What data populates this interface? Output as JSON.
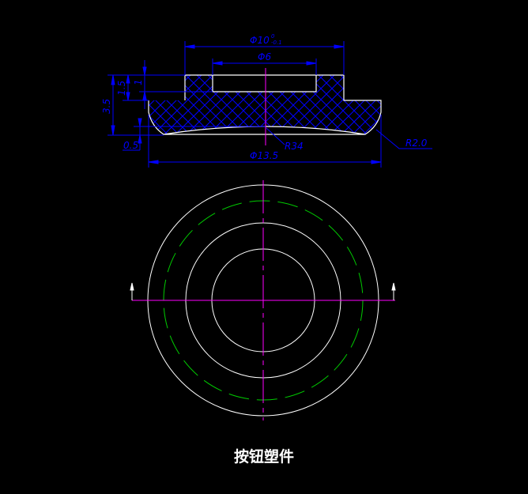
{
  "title": "按钮塑件",
  "colors": {
    "background": "#000000",
    "outline": "#ffffff",
    "dimension": "#0000ff",
    "centerline": "#ff00ff",
    "hidden": "#00cc00"
  },
  "dimensions": {
    "dia_outer_top": "Φ10",
    "dia_outer_top_tol_upper": "0",
    "dia_outer_top_tol_lower": "-0.1",
    "dia_pocket": "Φ6",
    "height_total": "3.5",
    "height_step": "1.5",
    "depth_pocket": "1",
    "dome_depth": "0.5",
    "dia_base": "Φ13.5",
    "radius_dome": "R34",
    "radius_edge": "R2.0"
  }
}
